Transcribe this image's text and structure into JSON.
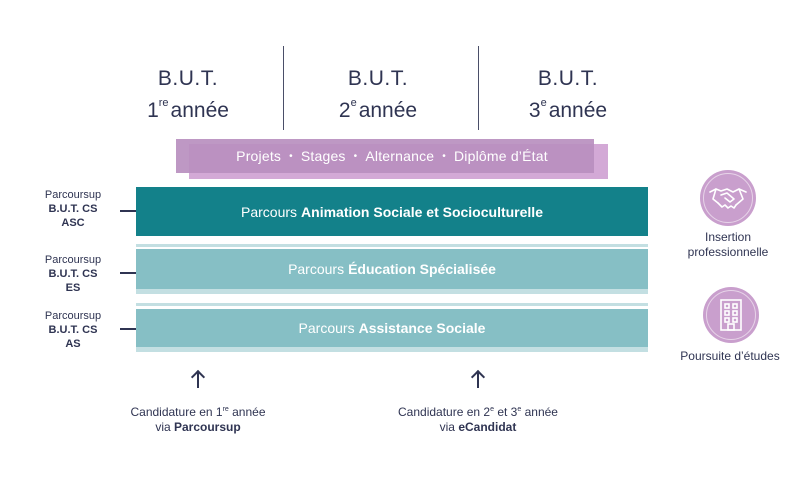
{
  "years": [
    {
      "prefix": "B.U.T.",
      "num": "1",
      "sup": "re",
      "label": "année"
    },
    {
      "prefix": "B.U.T.",
      "num": "2",
      "sup": "e",
      "label": "année"
    },
    {
      "prefix": "B.U.T.",
      "num": "3",
      "sup": "e",
      "label": "année"
    }
  ],
  "banner": {
    "items": [
      "Projets",
      "Stages",
      "Alternance",
      "Diplôme d’État"
    ],
    "separator": "•"
  },
  "parcoursup_entries": [
    {
      "line1": "Parcoursup",
      "line2": "B.U.T. CS",
      "line3": "ASC"
    },
    {
      "line1": "Parcoursup",
      "line2": "B.U.T. CS",
      "line3": "ES"
    },
    {
      "line1": "Parcoursup",
      "line2": "B.U.T. CS",
      "line3": "AS"
    }
  ],
  "parcours": [
    {
      "prefix": "Parcours",
      "name": "Animation Sociale et Socioculturelle"
    },
    {
      "prefix": "Parcours",
      "name": "Éducation Spécialisée"
    },
    {
      "prefix": "Parcours",
      "name": "Assistance Sociale"
    }
  ],
  "candidature": [
    {
      "line1_a": "Candidature en 1",
      "line1_sup": "re",
      "line1_b": " année",
      "line2_a": "via ",
      "line2_bold": "Parcoursup"
    },
    {
      "line1_a": "Candidature en 2",
      "line1_sup": "e",
      "line1_mid": " et 3",
      "line1_sup2": "e",
      "line1_b": " année",
      "line2_a": "via ",
      "line2_bold": "eCandidat"
    }
  ],
  "outcomes": [
    {
      "icon": "handshake-icon",
      "line1": "Insertion",
      "line2": "professionnelle"
    },
    {
      "icon": "building-icon",
      "line1": "Poursuite d’études",
      "line2": ""
    }
  ],
  "colors": {
    "navy": "#2f3452",
    "teal_dark": "#13818a",
    "teal_light": "#86bfc5",
    "purple": "#b98fbf",
    "purple_light": "#c99fcd"
  }
}
